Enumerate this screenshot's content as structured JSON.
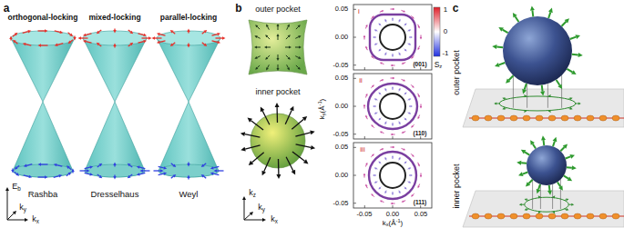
{
  "diagram": {
    "labels": [
      "a",
      "orthogonal-locking",
      "mixed-locking",
      "parallel-locking",
      "Rashba",
      "Dresselhaus",
      "Weyl",
      "E",
      "b",
      "k",
      "y",
      "k",
      "x",
      "b",
      "outer pocket",
      "inner pocket",
      "k",
      "z",
      "k",
      "y",
      "k",
      "x",
      "i",
      "ii",
      "iii",
      "(001)",
      "(110)",
      "(111)",
      "0.05",
      "0.00",
      "-0.05",
      "0.05",
      "0.00",
      "-0.05",
      "0.05",
      "0.00",
      "-0.05",
      "-0.05",
      "0.00",
      "0.05",
      "k",
      "y",
      "(Å",
      "-1",
      ")",
      "k",
      "x",
      "(Å",
      "-1",
      ")",
      "1",
      "0",
      "-1",
      "S",
      "z",
      "c",
      "outer pocket",
      "inner pocket"
    ]
  }
}
